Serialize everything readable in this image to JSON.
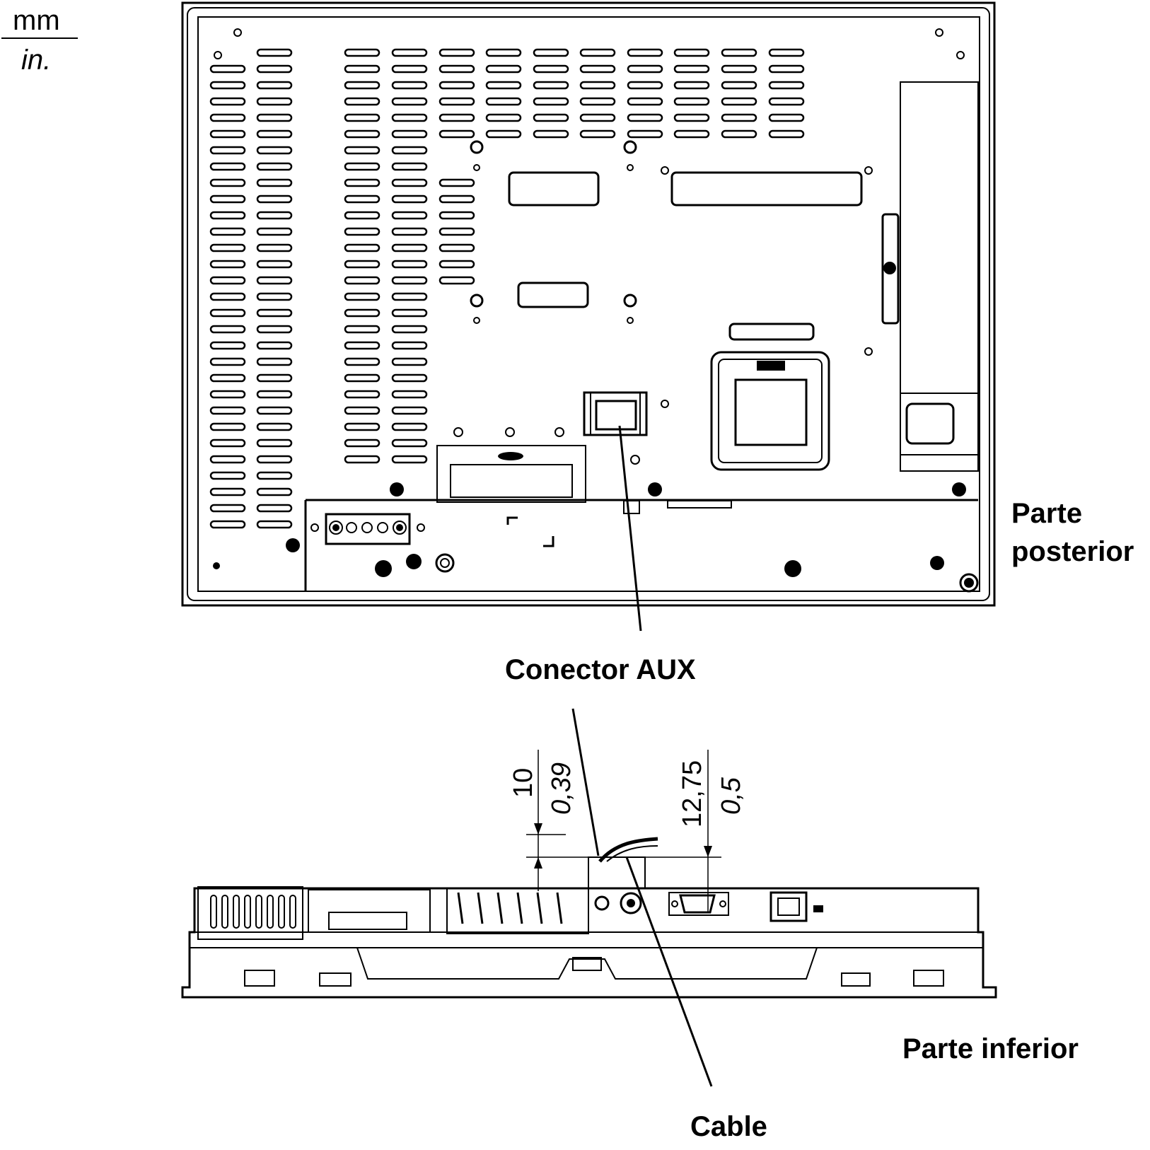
{
  "units": {
    "top": "mm",
    "bottom": "in."
  },
  "labels": {
    "rear_view": [
      "Parte",
      "posterior"
    ],
    "aux_connector": "Conector AUX",
    "bottom_view": "Parte inferior",
    "cable": "Cable"
  },
  "dimensions": {
    "gap_mm": "10",
    "gap_in": "0,39",
    "offset_mm": "12,75",
    "offset_in": "0,5"
  }
}
